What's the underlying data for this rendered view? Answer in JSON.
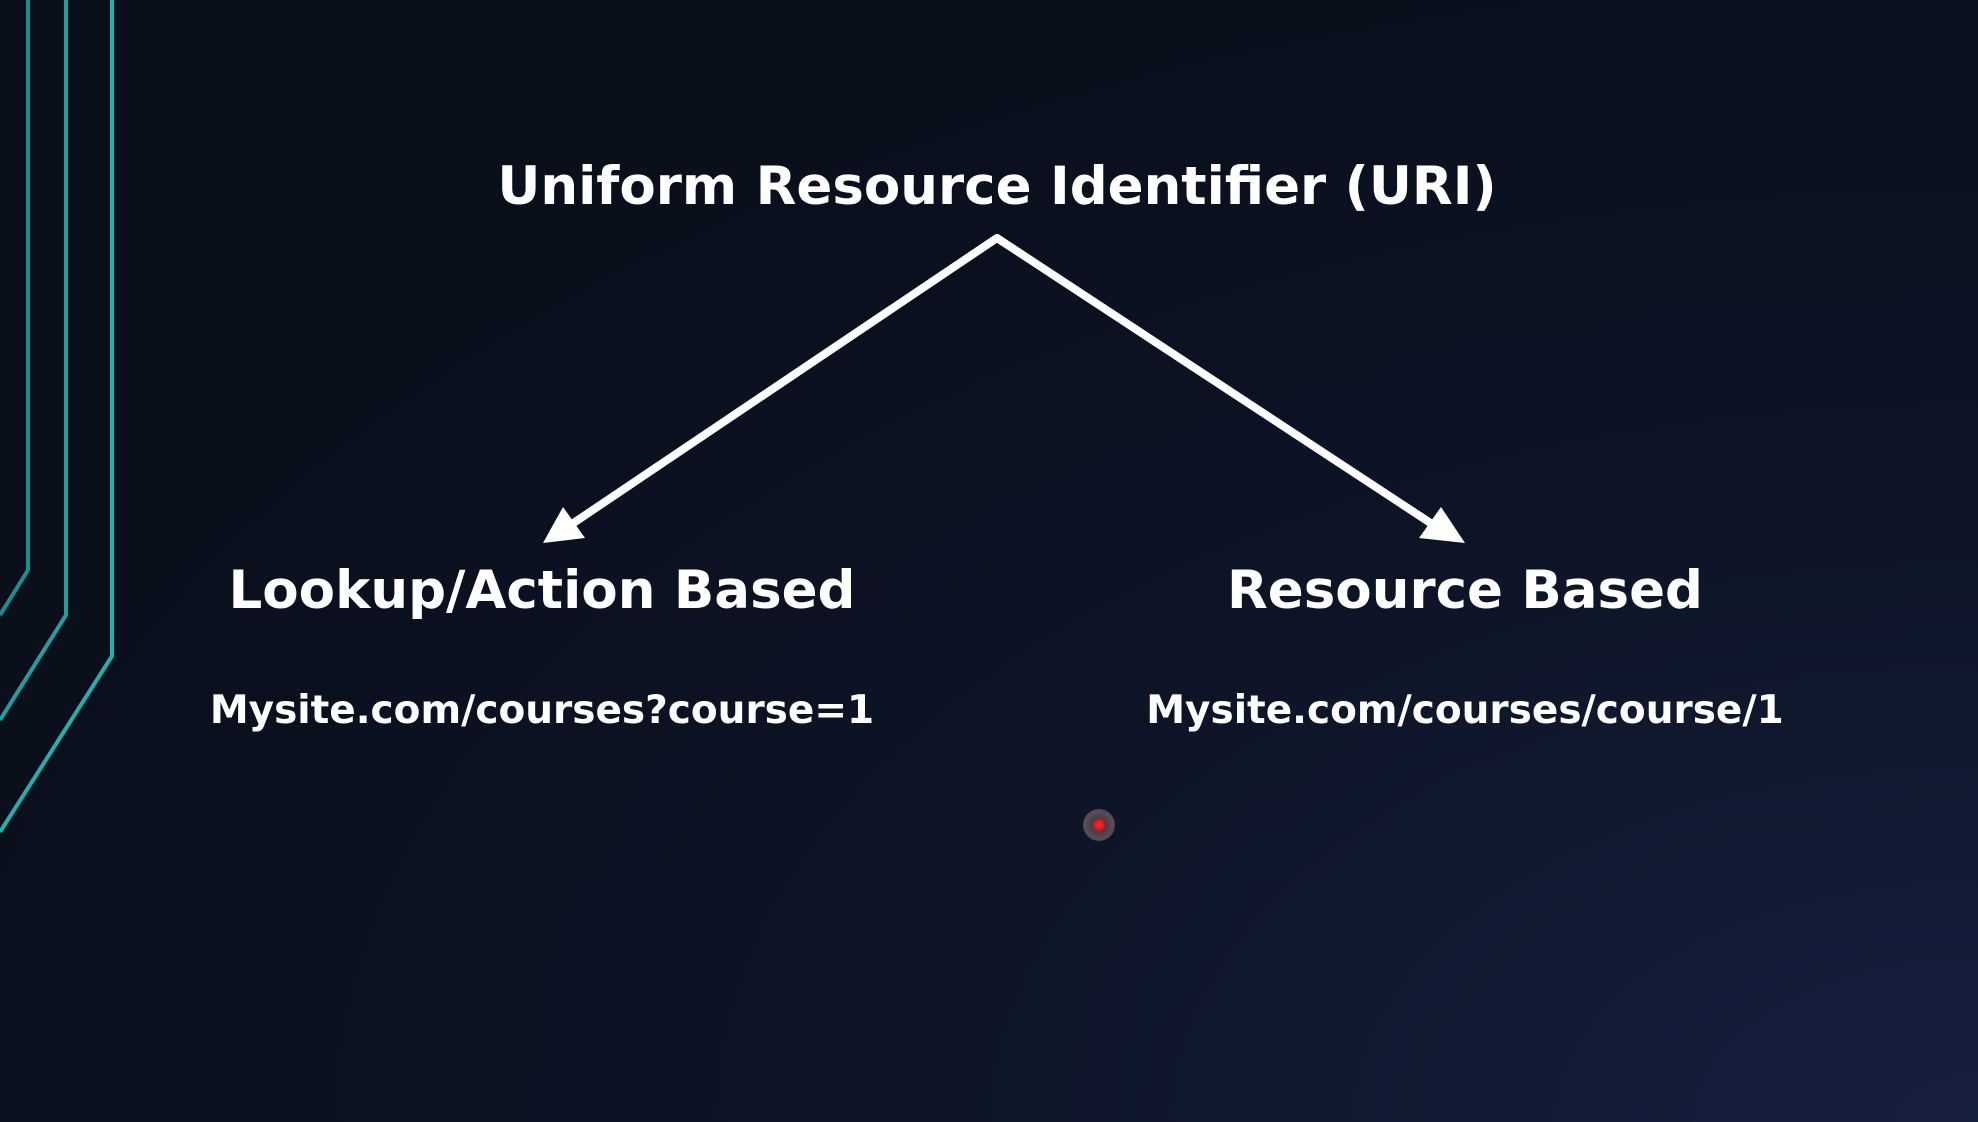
{
  "slide": {
    "title": "Uniform Resource Identifier (URI)",
    "branches": [
      {
        "label": "Lookup/Action Based",
        "example": "Mysite.com/courses?course=1"
      },
      {
        "label": "Resource Based",
        "example": "Mysite.com/courses/course/1"
      }
    ]
  },
  "colors": {
    "background": "#0a0f1c",
    "accent_lines": "#1fa7a4",
    "text": "#ffffff",
    "arrows": "#ffffff",
    "pointer": "#e02020"
  },
  "icons": {
    "pointer": "laser-pointer-icon"
  }
}
